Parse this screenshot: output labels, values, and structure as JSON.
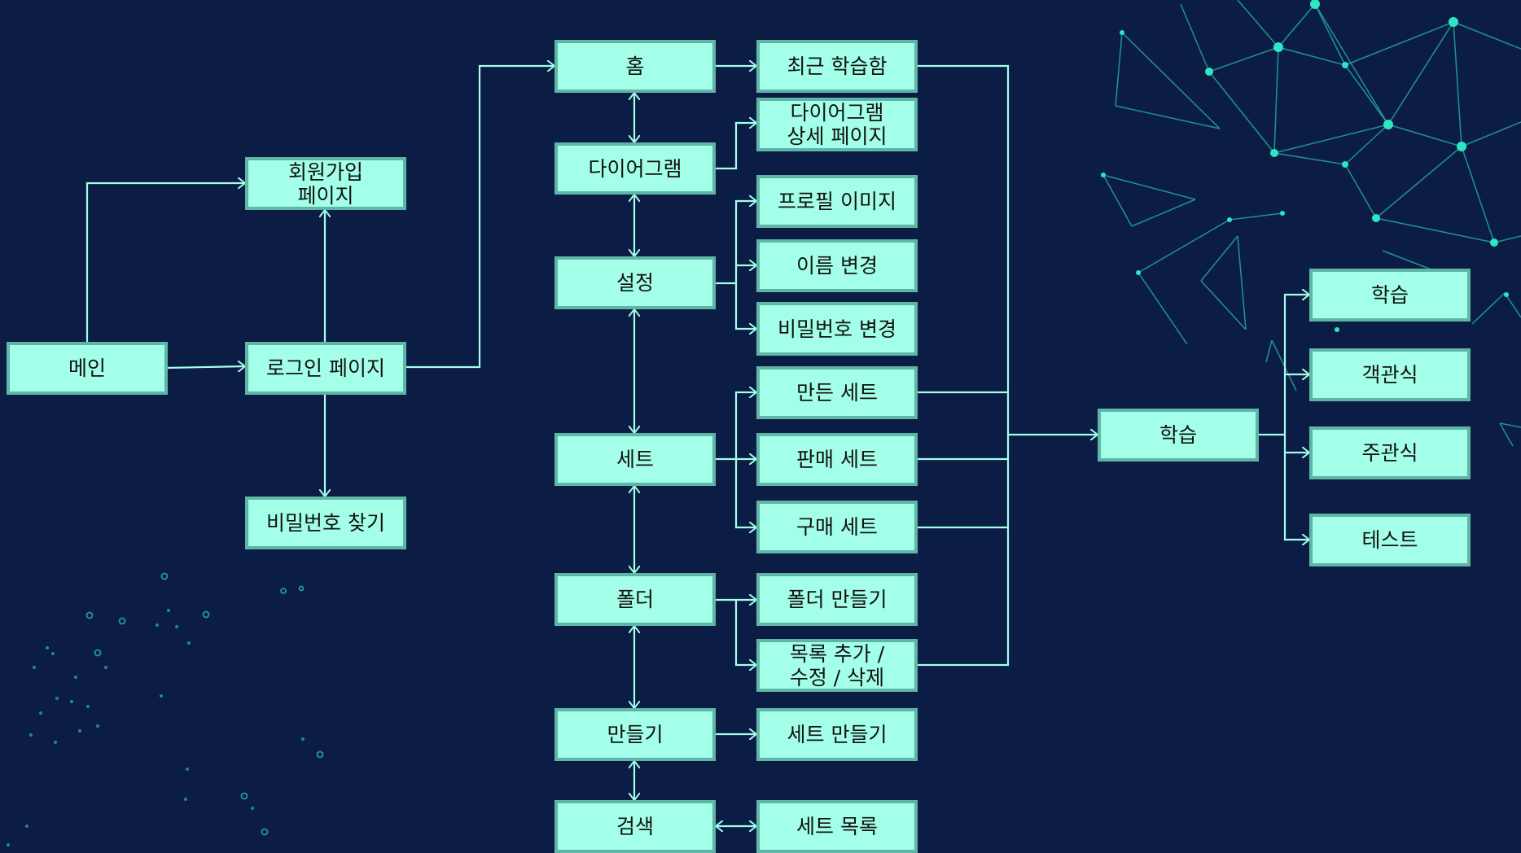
{
  "colors": {
    "background": "#0b1d45",
    "node_fill": "#a3ffe8",
    "node_border": "#5fb5a6",
    "connector": "#a3ffe8",
    "network_accent": "#2ee6c4"
  },
  "nodes": {
    "main": "메인",
    "signup": "회원가입\n페이지",
    "login": "로그인 페이지",
    "find_password": "비밀번호 찾기",
    "home": "홈",
    "diagram": "다이어그램",
    "settings": "설정",
    "sets": "세트",
    "folder": "폴더",
    "create": "만들기",
    "search": "검색",
    "recent": "최근 학습함",
    "diagram_detail": "다이어그램\n상세 페이지",
    "profile_image": "프로필 이미지",
    "change_name": "이름 변경",
    "change_password": "비밀번호 변경",
    "my_sets": "만든 세트",
    "sale_sets": "판매 세트",
    "purchased_sets": "구매 세트",
    "create_folder": "폴더 만들기",
    "edit_list": "목록 추가 /\n수정 / 삭제",
    "create_set": "세트 만들기",
    "set_list": "세트 목록",
    "learn_hub": "학습",
    "learn": "학습",
    "multiple_choice": "객관식",
    "subjective": "주관식",
    "test": "테스트"
  }
}
